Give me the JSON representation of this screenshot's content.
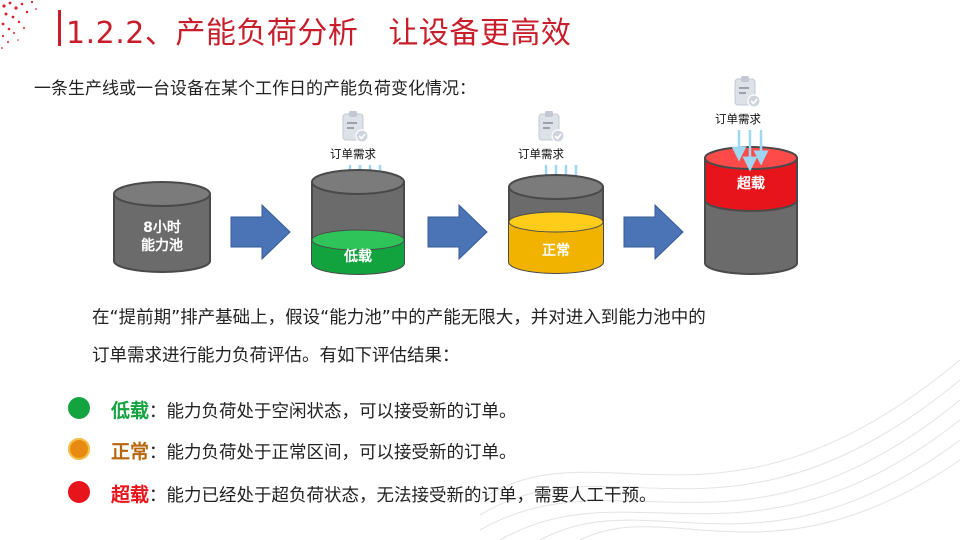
{
  "header": {
    "number": "1.2.2、",
    "title_main": "产能负荷分析",
    "title_sub": "让设备更高效"
  },
  "intro": "一条生产线或一台设备在某个工作日的产能负荷变化情况：",
  "diagram": {
    "capacity_pool": {
      "line1": "8小时",
      "line2": "能力池"
    },
    "order_label": "订单需求",
    "states": [
      {
        "label": "低载",
        "color": "#12a33f"
      },
      {
        "label": "正常",
        "color": "#f2b300"
      },
      {
        "label": "超载",
        "color": "#e8141b"
      }
    ],
    "gray": "#6b6b6b",
    "arrow_color": "#4a74b6"
  },
  "paragraph": {
    "line1": "在“提前期”排产基础上，假设“能力池”中的产能无限大，并对进入到能力池中的",
    "line2": "订单需求进行能力负荷评估。有如下评估结果："
  },
  "legend": [
    {
      "key": "低载",
      "sep": "：",
      "desc": "能力负荷处于空闲状态，可以接受新的订单。",
      "color": "#13a33f"
    },
    {
      "key": "正常",
      "sep": "：",
      "desc": "能力负荷处于正常区间，可以接受新的订单。",
      "color": "#e88a12"
    },
    {
      "key": "超载",
      "sep": "：",
      "desc": "能力已经处于超负荷状态，无法接受新的订单，需要人工干预。",
      "color": "#e8141b"
    }
  ]
}
